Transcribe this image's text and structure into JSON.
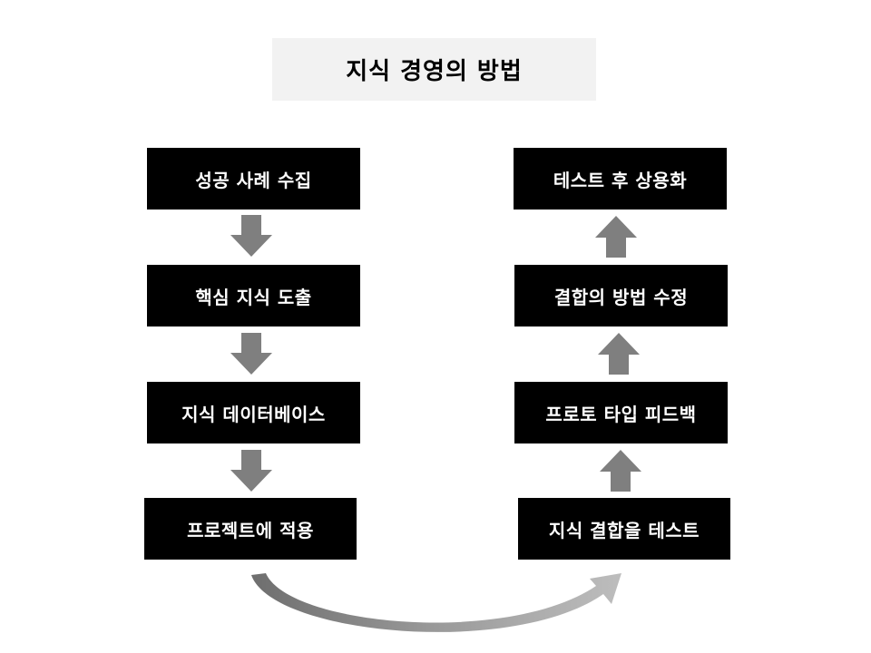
{
  "title": "지식 경영의 방법",
  "left_steps": [
    "성공 사례 수집",
    "핵심 지식 도출",
    "지식 데이터베이스",
    "프로젝트에 적용"
  ],
  "right_steps": [
    "테스트 후 상용화",
    "결합의 방법 수정",
    "프로토 타입 피드백",
    "지식 결합을 테스트"
  ],
  "colors": {
    "box": "#000000",
    "box_text": "#ffffff",
    "arrow": "#7f7f7f",
    "title_bg": "#f2f2f2"
  }
}
